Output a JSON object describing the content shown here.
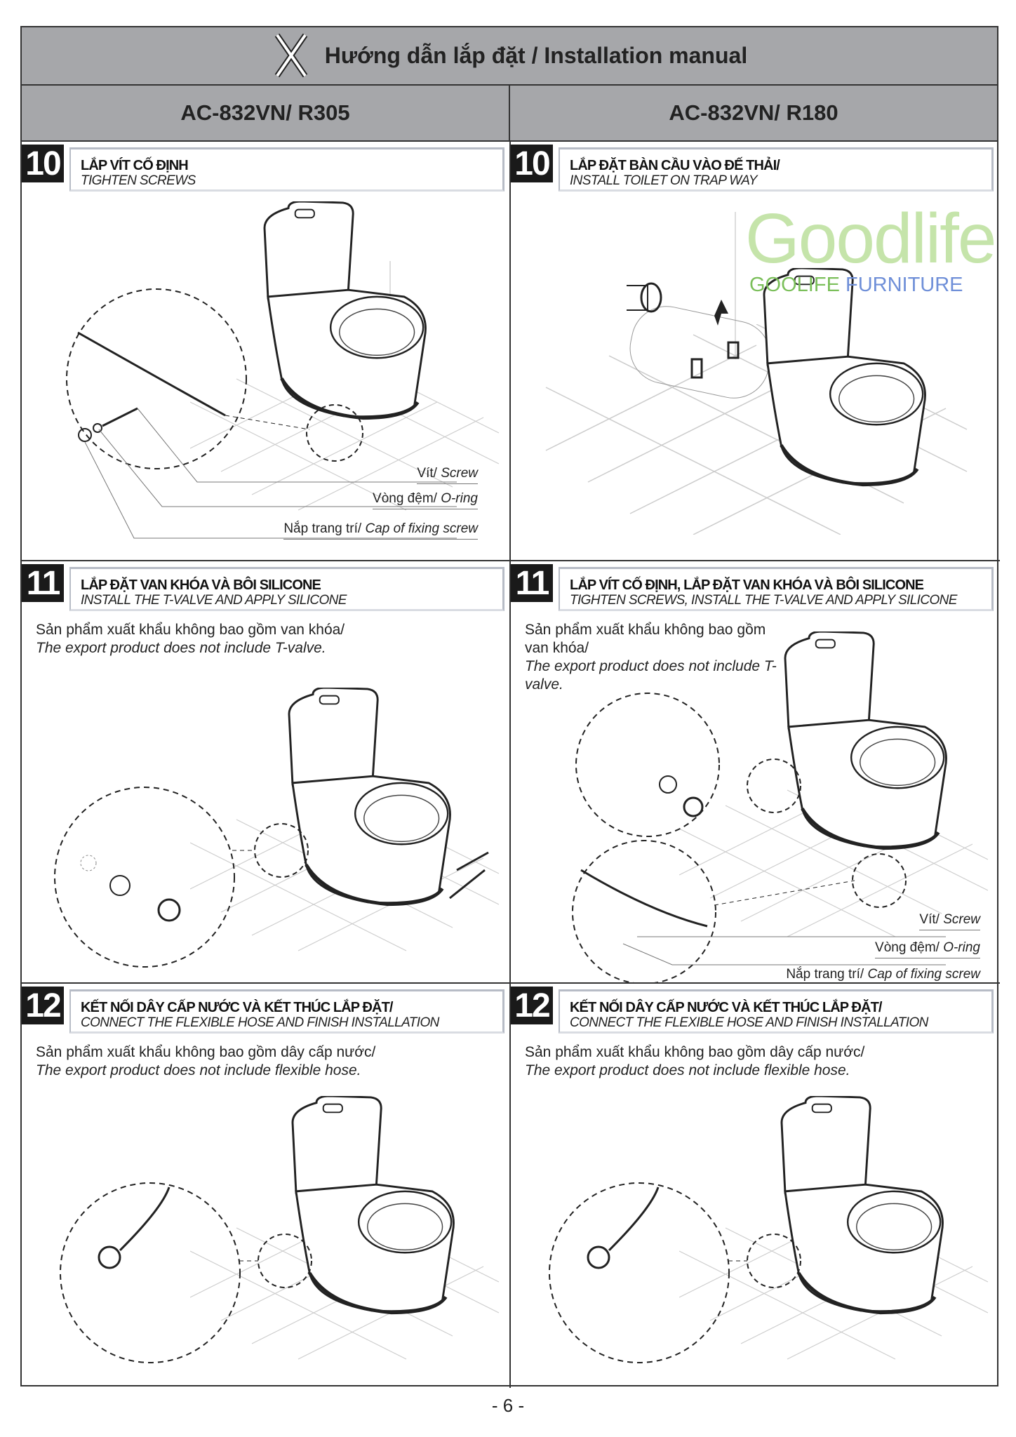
{
  "title": "Hướng dẫn lắp đặt / Installation manual",
  "models": [
    "AC-832VN/ R305",
    "AC-832VN/ R180"
  ],
  "watermark": {
    "logo": "Goodlife",
    "brand_a": "GOOLIFE ",
    "brand_b": "FURNITURE"
  },
  "panels": [
    {
      "num": "10",
      "vi": "LẮP VÍT CỐ ĐỊNH",
      "en": "TIGHTEN SCREWS",
      "labels": [
        {
          "vi": "Vít/ ",
          "en": "Screw"
        },
        {
          "vi": "Vòng đệm/ ",
          "en": "O-ring"
        },
        {
          "vi": "Nắp trang trí/ ",
          "en": "Cap of fixing screw"
        }
      ]
    },
    {
      "num": "10",
      "vi": "LẮP ĐẶT BÀN CẦU VÀO ĐẾ THẢI/",
      "en": "INSTALL TOILET ON TRAP WAY"
    },
    {
      "num": "11",
      "vi": "LẮP ĐẶT VAN KHÓA VÀ BÔI SILICONE",
      "en": "INSTALL THE T-VALVE AND APPLY SILICONE",
      "note_vi": "Sản phẩm xuất khẩu không bao gồm van khóa/",
      "note_en": "The export product does not include T-valve."
    },
    {
      "num": "11",
      "vi": "LẮP VÍT CỐ ĐỊNH, LẮP ĐẶT VAN KHÓA VÀ BÔI SILICONE",
      "en": "TIGHTEN SCREWS, INSTALL THE T-VALVE AND APPLY SILICONE",
      "note_vi": "Sản phẩm xuất khẩu không bao gồm van khóa/",
      "note_en": "The export product does not include T-valve.",
      "labels": [
        {
          "vi": "Vít/ ",
          "en": "Screw"
        },
        {
          "vi": "Vòng đệm/ ",
          "en": "O-ring"
        },
        {
          "vi": "Nắp trang trí/ ",
          "en": "Cap of fixing screw"
        }
      ]
    },
    {
      "num": "12",
      "vi": "KẾT NỐI DÂY CẤP NƯỚC VÀ KẾT THÚC LẮP ĐẶT/",
      "en": "CONNECT THE FLEXIBLE HOSE AND FINISH INSTALLATION",
      "note_vi": "Sản phẩm xuất khẩu không bao gồm dây cấp nước/",
      "note_en": "The export product does not include flexible hose."
    },
    {
      "num": "12",
      "vi": "KẾT NỐI DÂY CẤP NƯỚC VÀ KẾT THÚC LẮP ĐẶT/",
      "en": "CONNECT THE FLEXIBLE HOSE AND FINISH INSTALLATION",
      "note_vi": "Sản phẩm xuất khẩu không bao gồm dây cấp nước/",
      "note_en": "The export product does not include flexible hose."
    }
  ],
  "page": "- 6 -"
}
